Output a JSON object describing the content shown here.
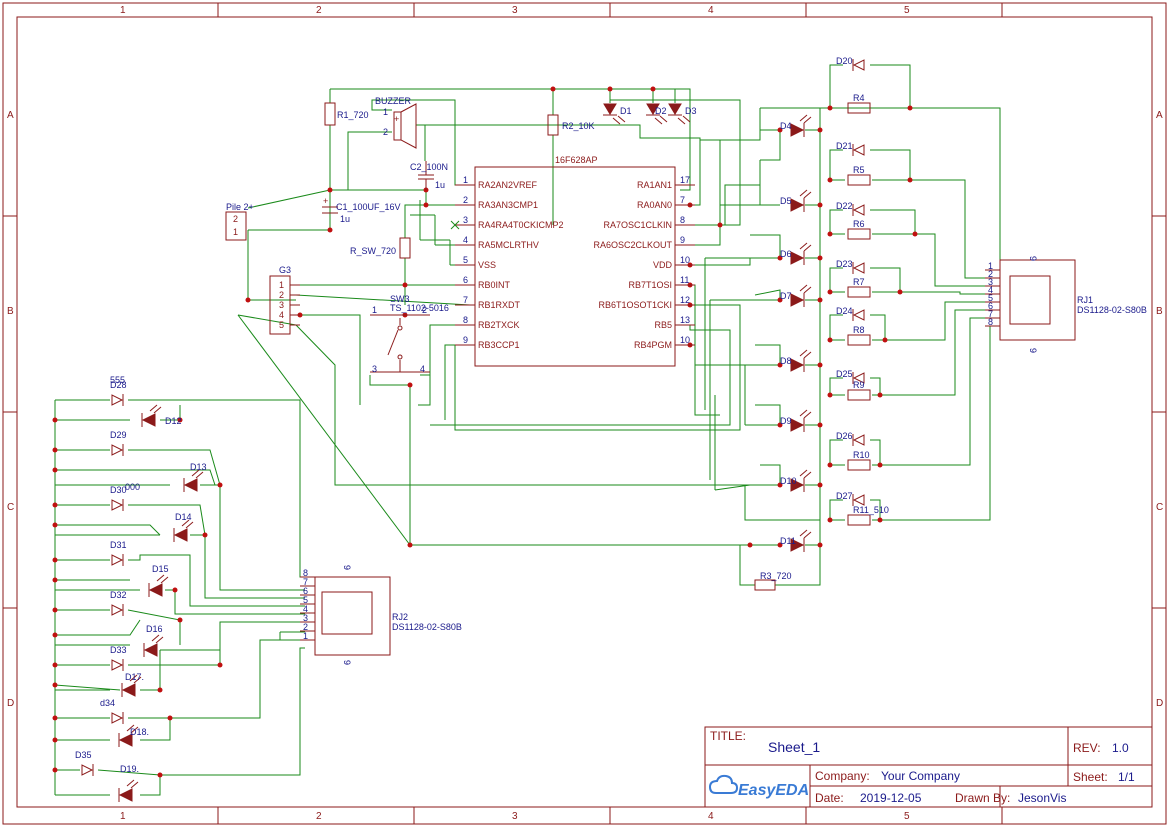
{
  "border": {
    "cols": [
      "1",
      "2",
      "3",
      "4",
      "5"
    ],
    "rows": [
      "A",
      "B",
      "C",
      "D"
    ]
  },
  "mcu": {
    "name": "16F628AP",
    "left_pins": [
      {
        "num": "1",
        "label": "RA2AN2VREF"
      },
      {
        "num": "2",
        "label": "RA3AN3CMP1"
      },
      {
        "num": "3",
        "label": "RA4RA4T0CKICMP2"
      },
      {
        "num": "4",
        "label": "RA5MCLRTHV"
      },
      {
        "num": "5",
        "label": "VSS"
      },
      {
        "num": "6",
        "label": "RB0INT"
      },
      {
        "num": "7",
        "label": "RB1RXDT"
      },
      {
        "num": "8",
        "label": "RB2TXCK"
      },
      {
        "num": "9",
        "label": "RB3CCP1"
      }
    ],
    "right_pins": [
      {
        "num": "17",
        "label": "RA1AN1"
      },
      {
        "num": "7",
        "label": "RA0AN0"
      },
      {
        "num": "8",
        "label": "RA7OSC1CLKIN"
      },
      {
        "num": "9",
        "label": "RA6OSC2CLKOUT"
      },
      {
        "num": "10",
        "label": "VDD"
      },
      {
        "num": "11",
        "label": "RB7T1OSI"
      },
      {
        "num": "12",
        "label": "RB6T1OSOT1CKI"
      },
      {
        "num": "13",
        "label": "RB5"
      },
      {
        "num": "10",
        "label": "RB4PGM"
      }
    ]
  },
  "parts": {
    "r1": "R1_720",
    "r2": "R2_10K",
    "r3": "R3_720",
    "r_sw": "R_SW_720",
    "buzzer": "BUZZER",
    "buzzer_pin1": "1",
    "buzzer_pin2": "2",
    "buzzer_plus": "+",
    "c2": "C2_100N",
    "c2_val": "1u",
    "c1": "C1_100UF_16V",
    "c1_val": "1u",
    "c1_plus": "+",
    "pile": "Pile 2+",
    "pile_pins": [
      "2",
      "1"
    ],
    "g3": "G3",
    "g3_pins": [
      "1",
      "2",
      "3",
      "4",
      "5"
    ],
    "sw": "SW3",
    "sw_part": "TS_1102-5016",
    "sw_pins": [
      "1",
      "2",
      "3",
      "4"
    ],
    "d1": "D1",
    "d2": "D2",
    "d3": "D3"
  },
  "right_leds": [
    "D4",
    "D5",
    "D6",
    "D7",
    "D8",
    "D9",
    "D10",
    "D11"
  ],
  "right_diodes": [
    "D20",
    "D21",
    "D22",
    "D23",
    "D24",
    "D25",
    "D26",
    "D27"
  ],
  "right_resistors": [
    "R4",
    "R5",
    "R6",
    "R7",
    "R8",
    "R9",
    "R10",
    "R11_510"
  ],
  "rj1": {
    "name": "RJ1",
    "part": "DS1128-02-S80B",
    "pins": [
      "1",
      "2",
      "3",
      "4",
      "5",
      "6",
      "7",
      "8"
    ],
    "top": "9",
    "bottom": "9"
  },
  "rj2": {
    "name": "RJ2",
    "part": "DS1128-02-S80B",
    "pins": [
      "8",
      "7",
      "6",
      "5",
      "4",
      "3",
      "2",
      "1"
    ],
    "top": "9",
    "bottom": "9"
  },
  "left_diodes": [
    "D28",
    "D29",
    "D30",
    "D31",
    "D32",
    "D33",
    "d34",
    "D35"
  ],
  "left_leds": [
    "D12",
    "D13",
    "D14",
    "D15",
    "D16",
    "D17.",
    "D18.",
    "D19."
  ],
  "left_notes": {
    "n555": "555",
    "n000": "000"
  },
  "title_block": {
    "title_label": "TITLE:",
    "title": "Sheet_1",
    "rev_label": "REV:",
    "rev": "1.0",
    "company_label": "Company:",
    "company": "Your Company",
    "sheet_label": "Sheet:",
    "sheet": "1/1",
    "date_label": "Date:",
    "date": "2019-12-05",
    "drawn_label": "Drawn By:",
    "drawn": "JesonVis",
    "logo": "EasyEDA"
  }
}
